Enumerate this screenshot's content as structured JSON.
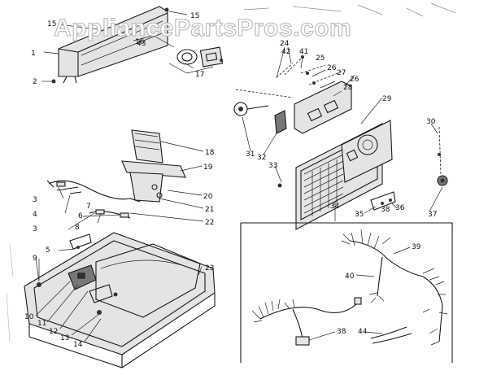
{
  "watermark": "AppliancePartsPros.com",
  "callouts": [
    "1",
    "2",
    "3",
    "3",
    "4",
    "5",
    "6",
    "7",
    "8",
    "9",
    "10",
    "11",
    "12",
    "13",
    "14",
    "15",
    "15",
    "16",
    "17",
    "18",
    "19",
    "20",
    "21",
    "22",
    "23",
    "24",
    "25",
    "26",
    "26",
    "27",
    "28",
    "29",
    "30",
    "31",
    "32",
    "33",
    "34",
    "35",
    "36",
    "37",
    "38",
    "38",
    "39",
    "40",
    "41",
    "42",
    "43",
    "44"
  ]
}
